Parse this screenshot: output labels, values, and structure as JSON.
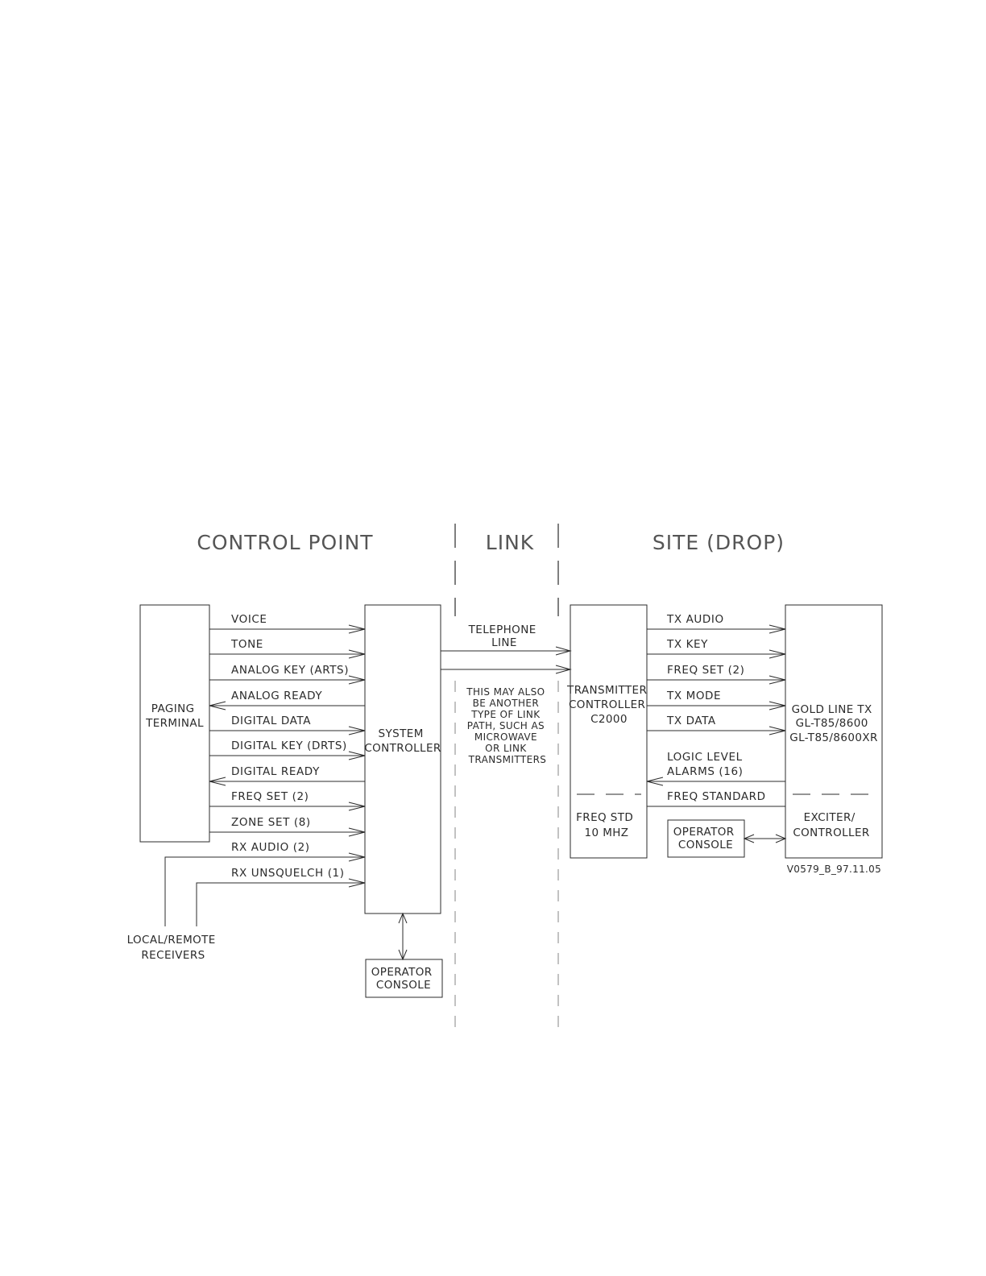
{
  "headers": {
    "control_point": "CONTROL POINT",
    "link": "LINK",
    "site": "SITE (DROP)"
  },
  "blocks": {
    "paging_terminal": [
      "PAGING",
      "TERMINAL"
    ],
    "system_controller": [
      "SYSTEM",
      "CONTROLLER"
    ],
    "operator_console_left": [
      "OPERATOR",
      "CONSOLE"
    ],
    "transmitter_controller": [
      "TRANSMITTER",
      "CONTROLLER",
      "C2000"
    ],
    "freq_std": [
      "FREQ STD",
      "10 MHZ"
    ],
    "gold_line_tx": [
      "GOLD LINE TX",
      "GL-T85/8600",
      "GL-T85/8600XR"
    ],
    "exciter_controller": [
      "EXCITER/",
      "CONTROLLER"
    ],
    "operator_console_right": [
      "OPERATOR",
      "CONSOLE"
    ],
    "local_remote_receivers": [
      "LOCAL/REMOTE",
      "RECEIVERS"
    ]
  },
  "left_signals": [
    {
      "label": "VOICE",
      "dir": "right"
    },
    {
      "label": "TONE",
      "dir": "right"
    },
    {
      "label": "ANALOG KEY (ARTS)",
      "dir": "right"
    },
    {
      "label": "ANALOG READY",
      "dir": "left"
    },
    {
      "label": "DIGITAL DATA",
      "dir": "right"
    },
    {
      "label": "DIGITAL KEY (DRTS)",
      "dir": "right"
    },
    {
      "label": "DIGITAL READY",
      "dir": "left"
    },
    {
      "label": "FREQ SET (2)",
      "dir": "right"
    },
    {
      "label": "ZONE SET (8)",
      "dir": "right"
    },
    {
      "label": "RX AUDIO (2)",
      "dir": "right"
    },
    {
      "label": "RX UNSQUELCH (1)",
      "dir": "right"
    }
  ],
  "link_labels": {
    "telephone_line": [
      "TELEPHONE",
      "LINE"
    ],
    "note": [
      "THIS MAY ALSO",
      "BE ANOTHER",
      "TYPE OF LINK",
      "PATH, SUCH AS",
      "MICROWAVE",
      "OR LINK",
      "TRANSMITTERS"
    ]
  },
  "right_signals": [
    {
      "label": "TX AUDIO",
      "dir": "right"
    },
    {
      "label": "TX KEY",
      "dir": "right"
    },
    {
      "label": "FREQ SET (2)",
      "dir": "right"
    },
    {
      "label": "TX MODE",
      "dir": "right"
    },
    {
      "label": "TX DATA",
      "dir": "right"
    },
    {
      "label": [
        "LOGIC LEVEL",
        "ALARMS (16)"
      ],
      "dir": "left"
    },
    {
      "label": "FREQ STANDARD",
      "dir": "none"
    }
  ],
  "drawing_id": "V0579_B_97.11.05"
}
